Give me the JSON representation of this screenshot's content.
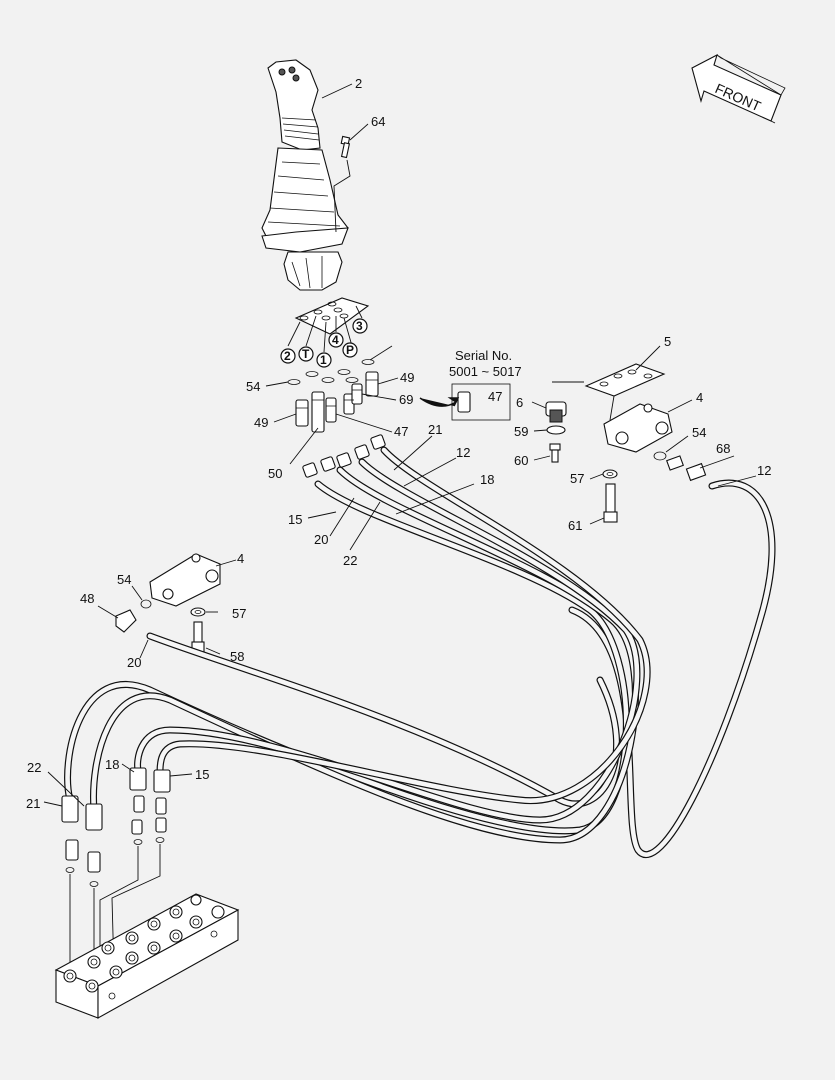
{
  "front_label": "FRONT",
  "serial_note": {
    "title": "Serial No.",
    "range": "5001 ~ 5017",
    "part": "47"
  },
  "port_markers": [
    "2",
    "T",
    "1",
    "4",
    "P",
    "3"
  ],
  "callouts": [
    "2",
    "64",
    "5",
    "4",
    "54",
    "49",
    "69",
    "6",
    "59",
    "60",
    "57",
    "61",
    "47",
    "49",
    "50",
    "21",
    "12",
    "18",
    "15",
    "20",
    "22",
    "54",
    "68",
    "12",
    "4",
    "54",
    "48",
    "57",
    "58",
    "20",
    "22",
    "21",
    "18",
    "15"
  ]
}
